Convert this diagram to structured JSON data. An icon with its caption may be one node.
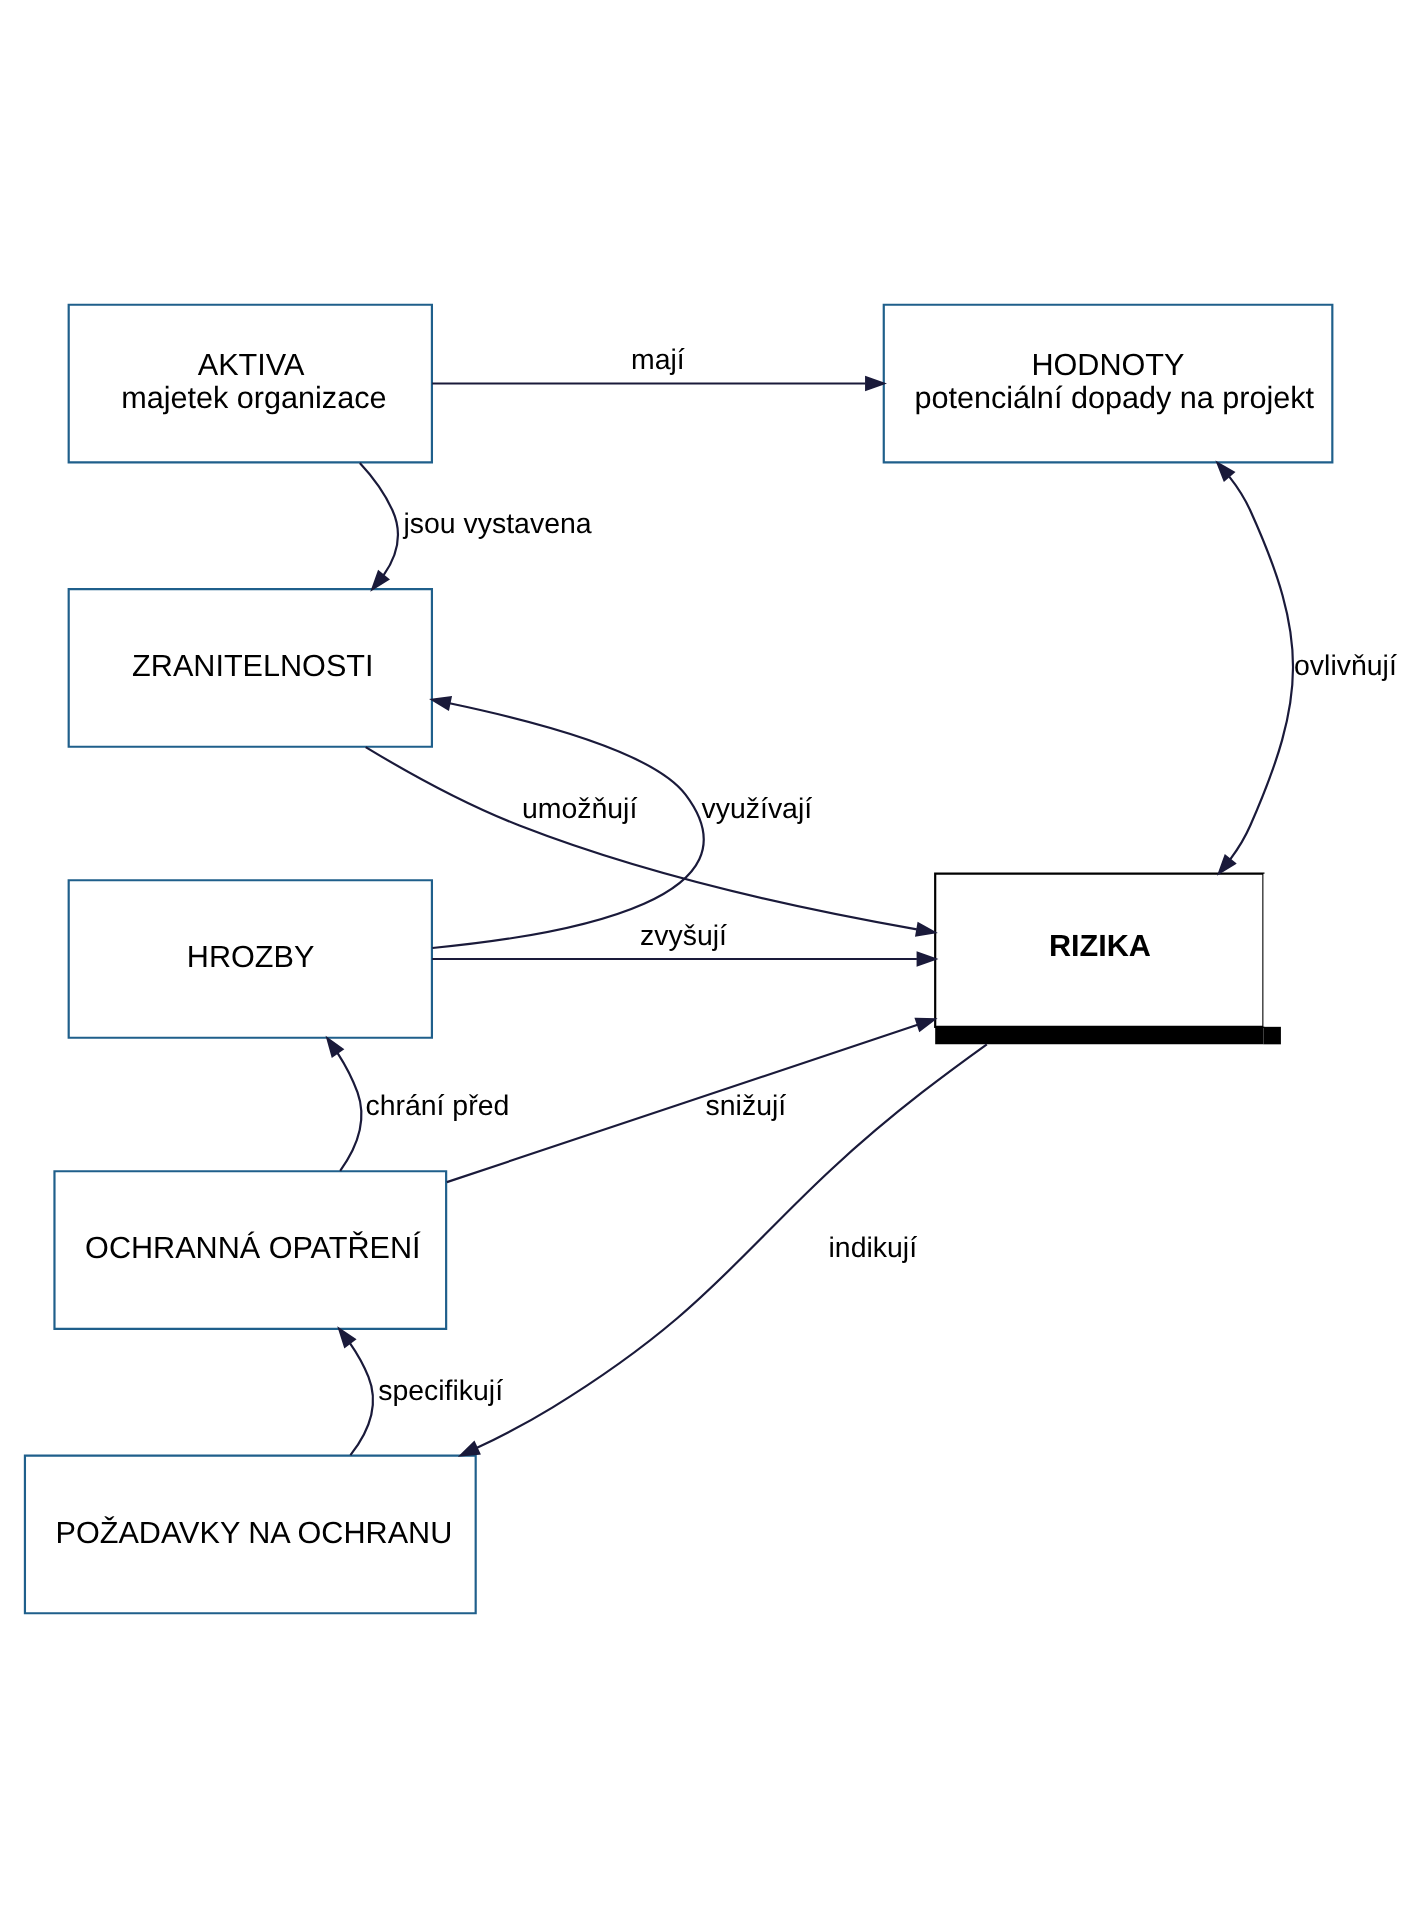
{
  "diagram": {
    "nodes": [
      {
        "text": [
          "AKTIVA",
          "majetek organizace"
        ]
      },
      {
        "text": [
          "HODNOTY",
          "potenciální dopady na projekt"
        ]
      },
      {
        "text": [
          "ZRANITELNOSTI"
        ]
      },
      {
        "text": [
          "HROZBY"
        ]
      },
      {
        "text": [
          "RIZIKA"
        ]
      },
      {
        "text": [
          "OCHRANNÁ OPATŘENÍ"
        ]
      },
      {
        "text": [
          "POŽADAVKY NA OCHRANU"
        ]
      }
    ],
    "edges": [
      {
        "from": 0,
        "to": 1,
        "arrow": "to",
        "label": "mají"
      },
      {
        "from": 0,
        "to": 2,
        "arrow": "to",
        "label": "jsou vystavena"
      },
      {
        "from": 1,
        "to": 4,
        "arrow": "both",
        "label": "ovlivňují"
      },
      {
        "from": 2,
        "to": 4,
        "arrow": "to",
        "label": "umožňují"
      },
      {
        "from": 3,
        "to": 2,
        "arrow": "to",
        "label": "využívají"
      },
      {
        "from": 3,
        "to": 4,
        "arrow": "to",
        "label": "zvyšují"
      },
      {
        "from": 5,
        "to": 3,
        "arrow": "to",
        "label": "chrání před"
      },
      {
        "from": 5,
        "to": 4,
        "arrow": "to",
        "label": "snižují"
      },
      {
        "from": 6,
        "to": 5,
        "arrow": "to",
        "label": "specifikují"
      },
      {
        "from": 4,
        "to": 6,
        "arrow": "to",
        "label": "indikují"
      }
    ]
  }
}
